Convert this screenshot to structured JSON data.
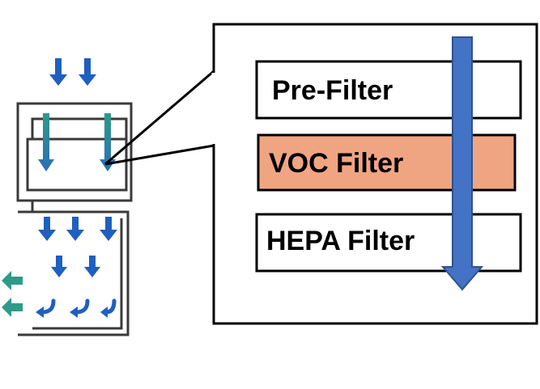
{
  "filters": [
    {
      "label": "Pre-Filter",
      "fill": "#ffffff"
    },
    {
      "label": "VOC Filter",
      "fill": "#f0a582"
    },
    {
      "label": "HEPA Filter",
      "fill": "#ffffff"
    }
  ],
  "colors": {
    "outline": "#000000",
    "cabinet_outline": "#3a3a3a",
    "airflow_blue": "#1f5fbf",
    "filtered_air_teal": "#2e9a8a",
    "flow_arrow_blue": "#4472c4",
    "flow_arrow_border": "#2f528f",
    "voc_highlight": "#f0a582"
  },
  "icons": [
    "down-arrow-icon",
    "left-arrow-icon",
    "curved-arrow-icon",
    "flow-direction-arrow-icon"
  ]
}
